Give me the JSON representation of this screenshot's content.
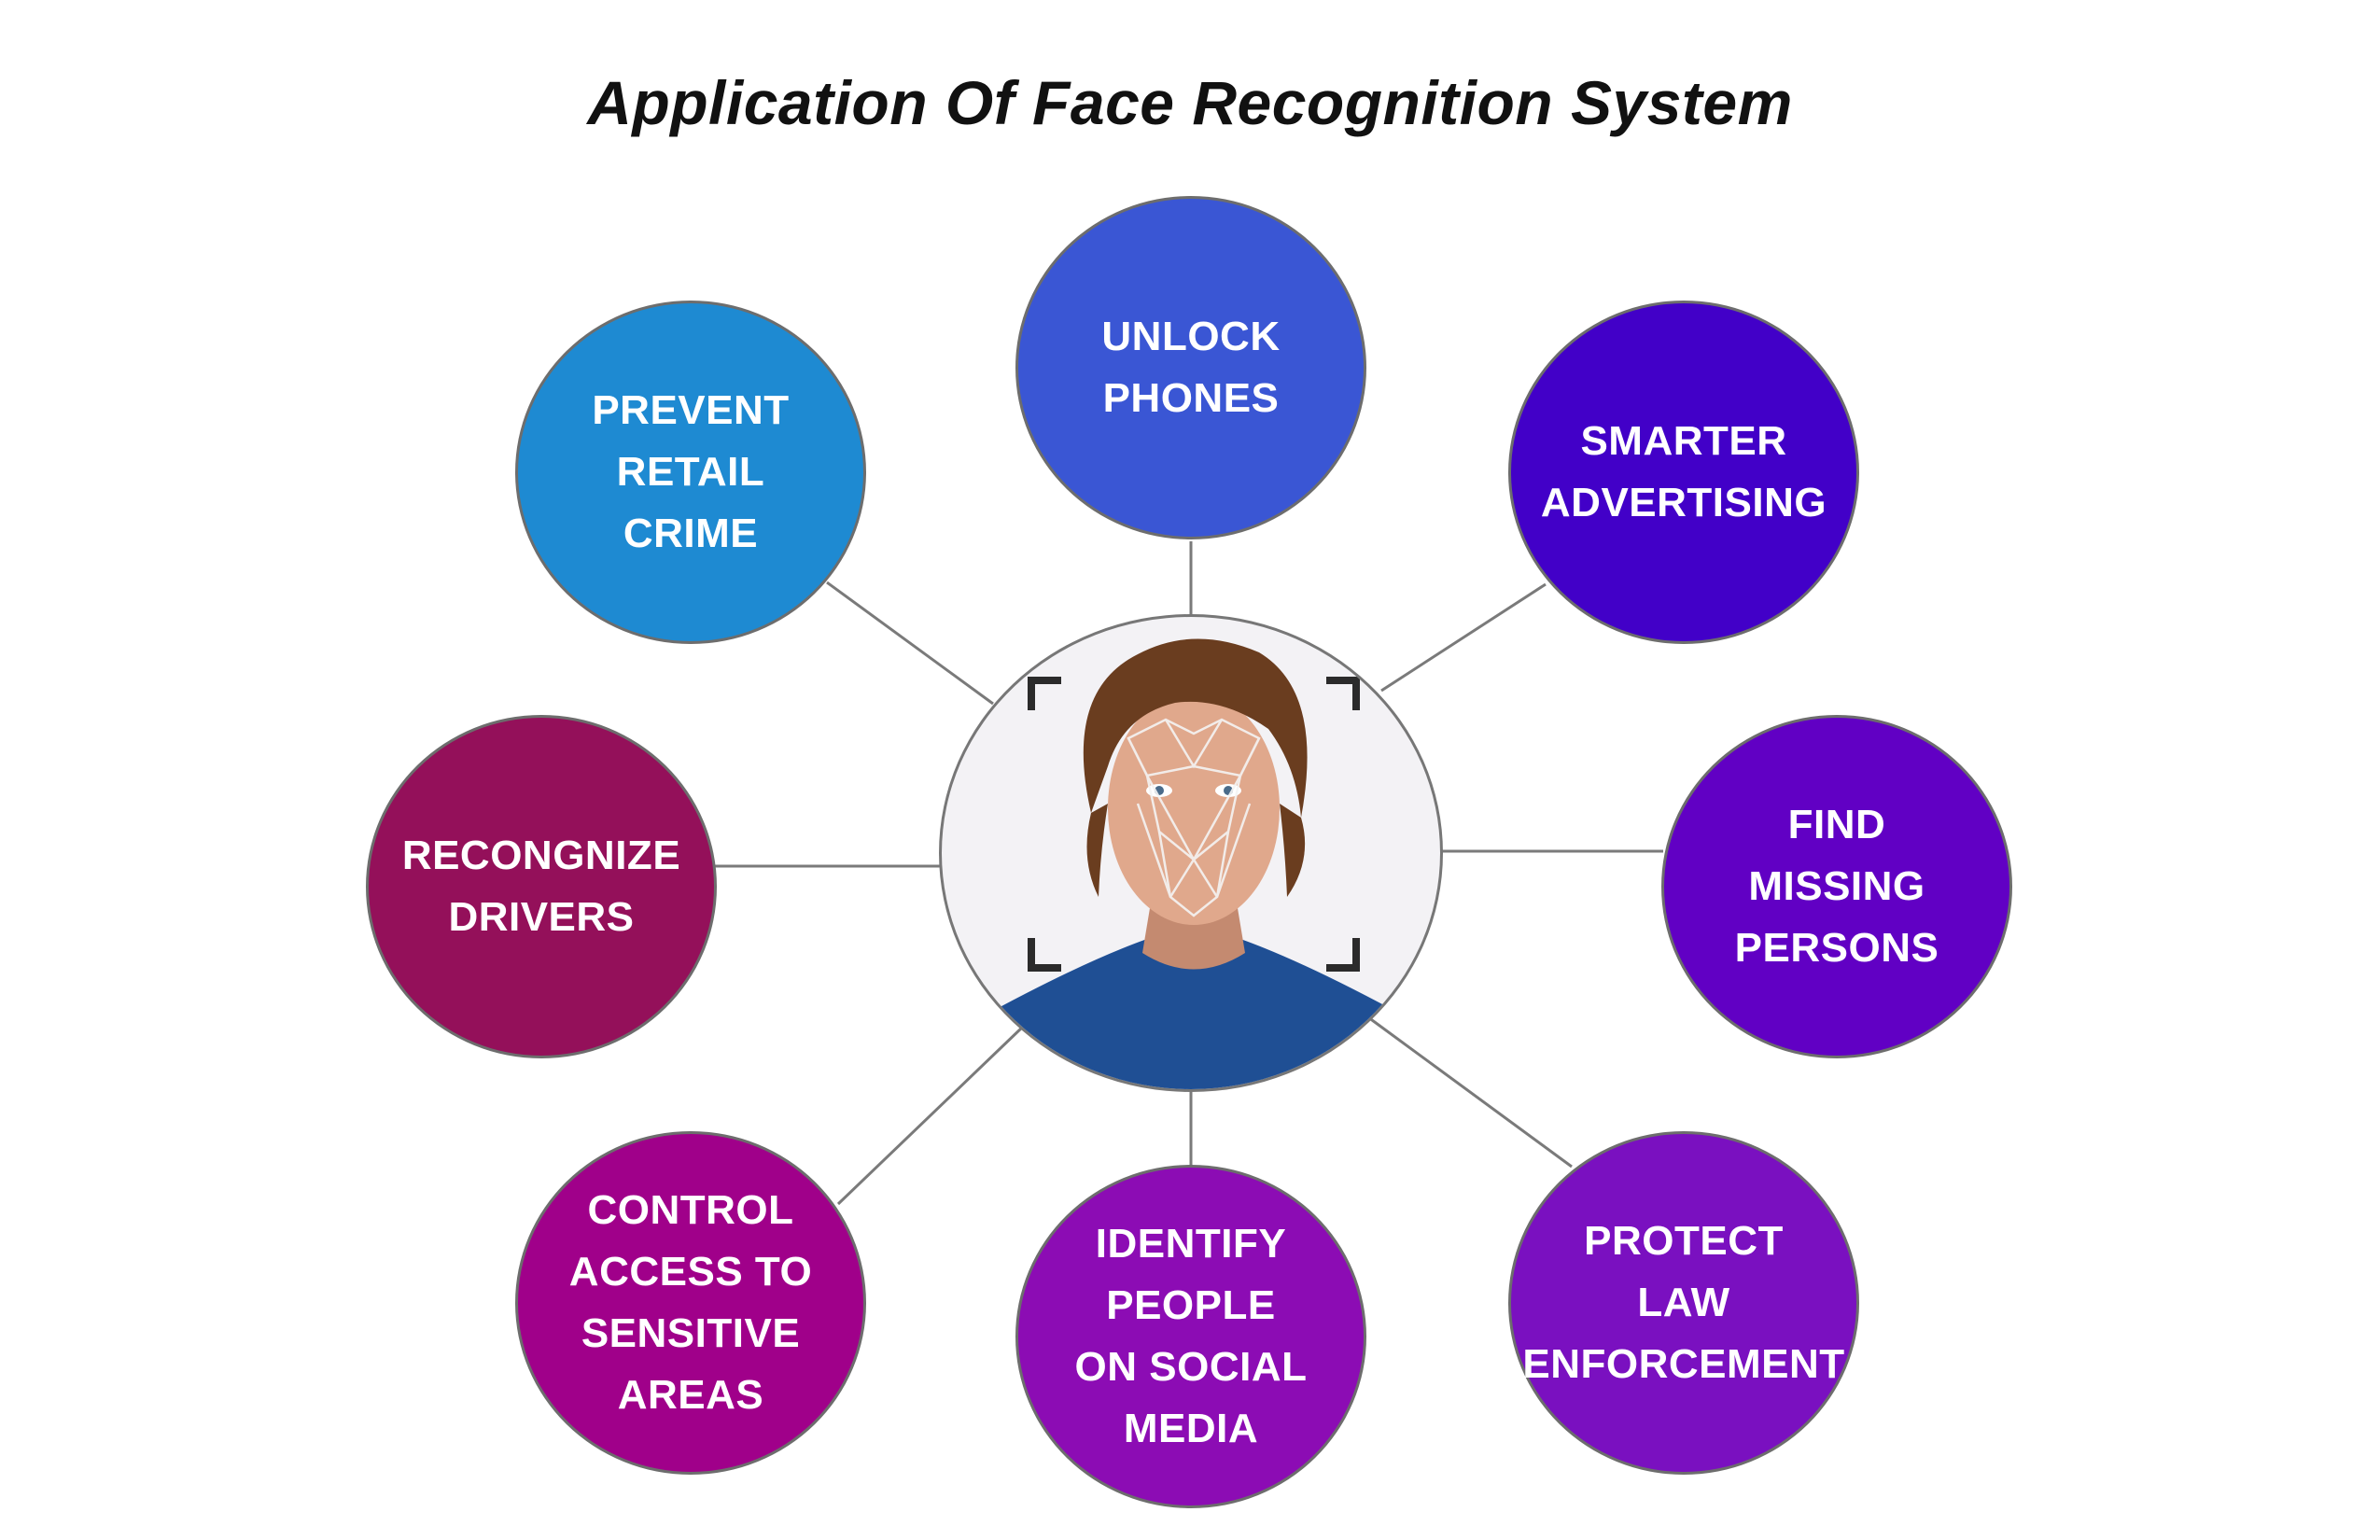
{
  "title": "Application Of Face Recognition System",
  "center": {
    "icon": "face-recognition-portrait-icon"
  },
  "nodes": [
    {
      "id": "unlock-phones",
      "label": "UNLOCK\nPHONES",
      "color": "#3a56d4"
    },
    {
      "id": "smarter-advertising",
      "label": "SMARTER\nADVERTISING",
      "color": "#4200c8"
    },
    {
      "id": "find-missing-persons",
      "label": "FIND\nMISSING\nPERSONS",
      "color": "#6100c4"
    },
    {
      "id": "protect-law-enforcement",
      "label": "PROTECT\nLAW\nENFORCEMENT",
      "color": "#7a10c0"
    },
    {
      "id": "identify-people-on-social-media",
      "label": "IDENTIFY\nPEOPLE\nON SOCIAL\nMEDIA",
      "color": "#8c0cb4"
    },
    {
      "id": "control-access-to-sensitive-areas",
      "label": "CONTROL\nACCESS TO\nSENSITIVE\nAREAS",
      "color": "#a0008a"
    },
    {
      "id": "recongnize-drivers",
      "label": "RECONGNIZE\nDRIVERS",
      "color": "#94105a"
    },
    {
      "id": "prevent-retail-crime",
      "label": "PREVENT\nRETAIL\nCRIME",
      "color": "#1e8ad2"
    }
  ]
}
